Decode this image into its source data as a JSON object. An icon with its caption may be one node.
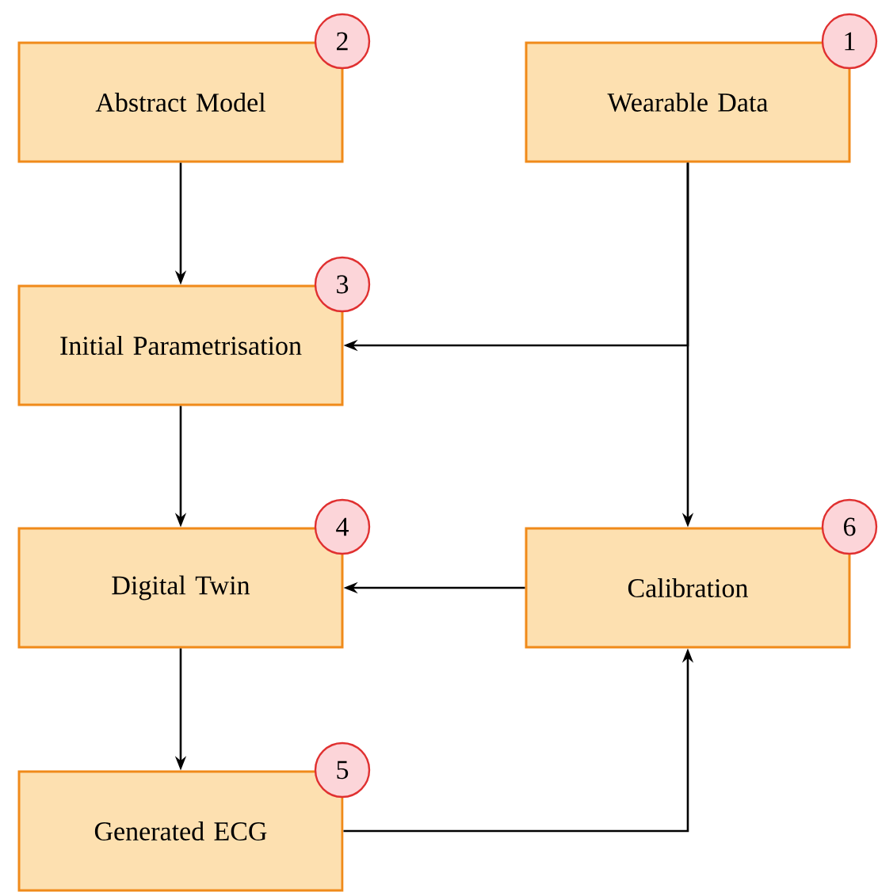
{
  "diagram": {
    "nodes": [
      {
        "text": [
          "Abstract Model"
        ],
        "beside": [
          "2"
        ]
      },
      {
        "text": [
          "Wearable Data"
        ],
        "beside": [
          "1"
        ]
      },
      {
        "text": [
          "Initial Parametrisation"
        ],
        "beside": [
          "3"
        ]
      },
      {
        "text": [
          "Digital Twin"
        ],
        "beside": [
          "4"
        ]
      },
      {
        "text": [
          "Calibration"
        ],
        "beside": [
          "6"
        ]
      },
      {
        "text": [
          "Generated ECG"
        ],
        "beside": [
          "5"
        ]
      }
    ],
    "edges": [
      {
        "from": 0,
        "to": 2,
        "arrow": "to"
      },
      {
        "from": 1,
        "to": 2,
        "arrow": "to"
      },
      {
        "from": 1,
        "to": 4,
        "arrow": "to"
      },
      {
        "from": 2,
        "to": 3,
        "arrow": "to"
      },
      {
        "from": 4,
        "to": 3,
        "arrow": "to"
      },
      {
        "from": 3,
        "to": 5,
        "arrow": "to"
      },
      {
        "from": 5,
        "to": 4,
        "arrow": "to"
      }
    ]
  }
}
